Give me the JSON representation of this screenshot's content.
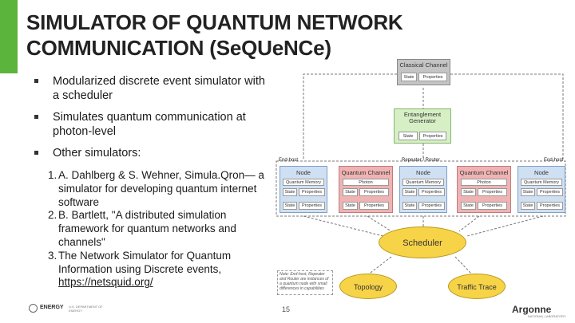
{
  "slide": {
    "title_line1": "SIMULATOR OF QUANTUM NETWORK",
    "title_line2": "COMMUNICATION (SeQUeNCe)",
    "bullets": [
      "Modularized discrete event simulator with a scheduler",
      "Simulates quantum communication at photon-level",
      "Other simulators:"
    ],
    "references": [
      {
        "num": "1.",
        "text": "A. Dahlberg & S. Wehner, Simula.Qron— a simulator for developing quantum internet software"
      },
      {
        "num": "2.",
        "text": "B. Bartlett, \"A distributed simulation framework for quantum networks and channels\""
      },
      {
        "num": "3.",
        "text": "The Network Simulator for Quantum Information using Discrete events, ",
        "link": "https://netsquid.org/"
      }
    ],
    "page_number": "15",
    "accent_color": "#5bb43c"
  },
  "diagram": {
    "classical_channel": {
      "label": "Classical Channel",
      "state": "State",
      "properties": "Properties"
    },
    "entanglement_generator": {
      "label": "Entanglement Generator",
      "state": "State",
      "properties": "Properties"
    },
    "end_host_left": "End-host",
    "repeater_router": "Repeater / Router",
    "end_host_right": "End-host",
    "node_left": {
      "label": "Node",
      "qm": "Quantum Memory",
      "state": "State",
      "properties": "Properties",
      "state2": "State",
      "properties2": "Properties"
    },
    "quantum_channel_left": {
      "label": "Quantum Channel",
      "photon": "Photon",
      "state": "State",
      "properties": "Properties",
      "state2": "State",
      "properties2": "Properties"
    },
    "node_mid": {
      "label": "Node",
      "qm": "Quantum Memory",
      "state": "State",
      "properties": "Properties",
      "state2": "State",
      "properties2": "Properties"
    },
    "quantum_channel_right": {
      "label": "Quantum Channel",
      "photon": "Photon",
      "state": "State",
      "properties": "Properties",
      "state2": "State",
      "properties2": "Properties"
    },
    "node_right": {
      "label": "Node",
      "qm": "Quantum Memory",
      "state": "State",
      "properties": "Properties",
      "state2": "State",
      "properties2": "Properties"
    },
    "scheduler": "Scheduler",
    "topology": "Topology",
    "traffic_trace": "Traffic Trace",
    "note": "Note: End-host, Repeater and Router are instances of a quantum node with small differences in capabilities"
  },
  "footer": {
    "doe": "ENERGY",
    "doe_small": "U.S. DEPARTMENT OF ENERGY",
    "argonne": "Argonne",
    "argonne_sub": "NATIONAL LABORATORY"
  }
}
